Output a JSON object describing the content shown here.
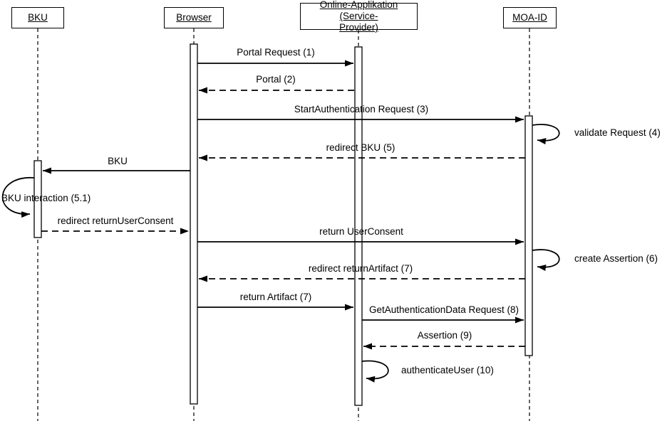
{
  "lifelines": {
    "bku": {
      "label": "BKU"
    },
    "browser": {
      "label": "Browser"
    },
    "online_app": {
      "label_line1": "Online-Applikation (Service-",
      "label_line2": "Provider)"
    },
    "moa_id": {
      "label": "MOA-ID"
    }
  },
  "messages": {
    "portal_request": "Portal Request (1)",
    "portal": "Portal (2)",
    "start_authentication": "StartAuthentication Request (3)",
    "validate_request": "validate Request (4)",
    "redirect_bku": "redirect BKU (5)",
    "bku": "BKU",
    "bku_interaction": "BKU interaction (5.1)",
    "redirect_return_user_consent": "redirect returnUserConsent",
    "return_user_consent": "return UserConsent",
    "create_assertion": "create Assertion (6)",
    "redirect_return_artifact": "redirect returnArtifact (7)",
    "return_artifact": "return Artifact (7)",
    "get_authentication_data": "GetAuthenticationData Request (8)",
    "assertion": "Assertion (9)",
    "authenticate_user": "authenticateUser (10)"
  }
}
